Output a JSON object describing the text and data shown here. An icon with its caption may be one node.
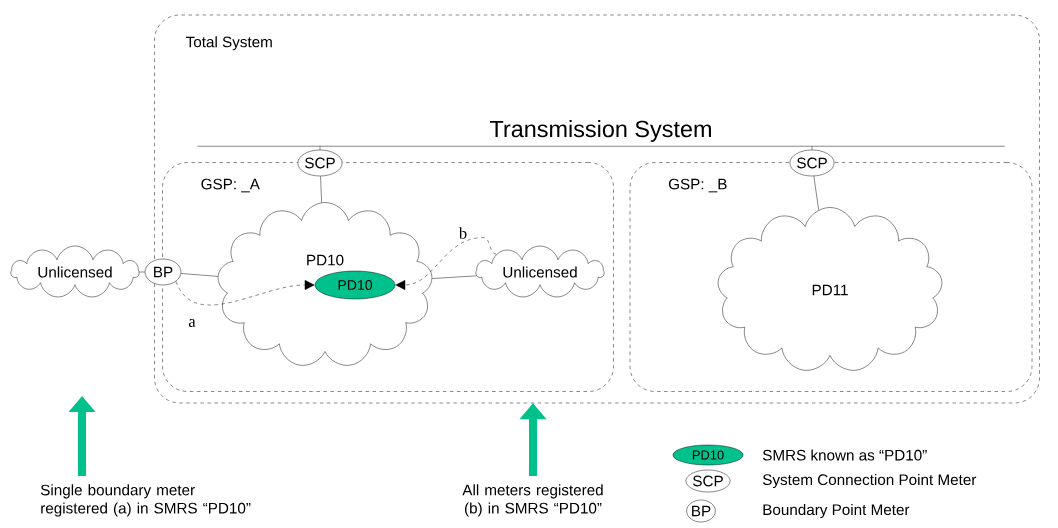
{
  "diagram": {
    "nodes": [
      {
        "text": [
          "Total System"
        ]
      },
      {
        "text": [
          "Transmission System"
        ],
        "in": 0
      },
      {
        "text": [
          "GSP: _A"
        ],
        "in": 0
      },
      {
        "text": [
          "SCP"
        ],
        "in": 0
      },
      {
        "text": [
          "PD10"
        ],
        "in": 2
      },
      {
        "text": [
          "PD10"
        ],
        "in": 4
      },
      {
        "text": [
          "Unlicensed"
        ]
      },
      {
        "text": [
          "BP"
        ]
      },
      {
        "text": [
          "Unlicensed"
        ],
        "in": 2
      },
      {
        "text": [
          "GSP: _B"
        ],
        "in": 0
      },
      {
        "text": [
          "SCP"
        ],
        "in": 0
      },
      {
        "text": [
          "PD11"
        ],
        "in": 9
      },
      {
        "text": [
          "Single boundary meter registered (a) in SMRS “PD10”"
        ]
      },
      {
        "text": [
          "All meters registered (b) in SMRS “PD10”"
        ]
      }
    ],
    "edges": [
      {
        "from": 3,
        "to": 1,
        "arrow": "none"
      },
      {
        "from": 3,
        "to": 4,
        "arrow": "none"
      },
      {
        "from": 10,
        "to": 1,
        "arrow": "none"
      },
      {
        "from": 10,
        "to": 11,
        "arrow": "none"
      },
      {
        "from": 6,
        "to": 7,
        "arrow": "none"
      },
      {
        "from": 7,
        "to": 4,
        "arrow": "none"
      },
      {
        "from": 8,
        "to": 4,
        "arrow": "none"
      },
      {
        "from": 7,
        "to": 5,
        "arrow": "to",
        "style": "dashed",
        "label": "a"
      },
      {
        "from": 8,
        "to": 5,
        "arrow": "to",
        "style": "dashed",
        "label": "b"
      },
      {
        "from": 12,
        "to": null,
        "arrow": "to",
        "style": "thick",
        "color": "#00c08b"
      },
      {
        "from": 13,
        "to": 0,
        "arrow": "to",
        "style": "thick",
        "color": "#00c08b"
      }
    ],
    "labels": [
      "PD10",
      "SCP",
      "BP"
    ],
    "legend": [
      {
        "text": "SMRS known as “PD10”"
      },
      {
        "text": "System Connection Point Meter"
      },
      {
        "text": "Boundary Point Meter"
      }
    ]
  }
}
